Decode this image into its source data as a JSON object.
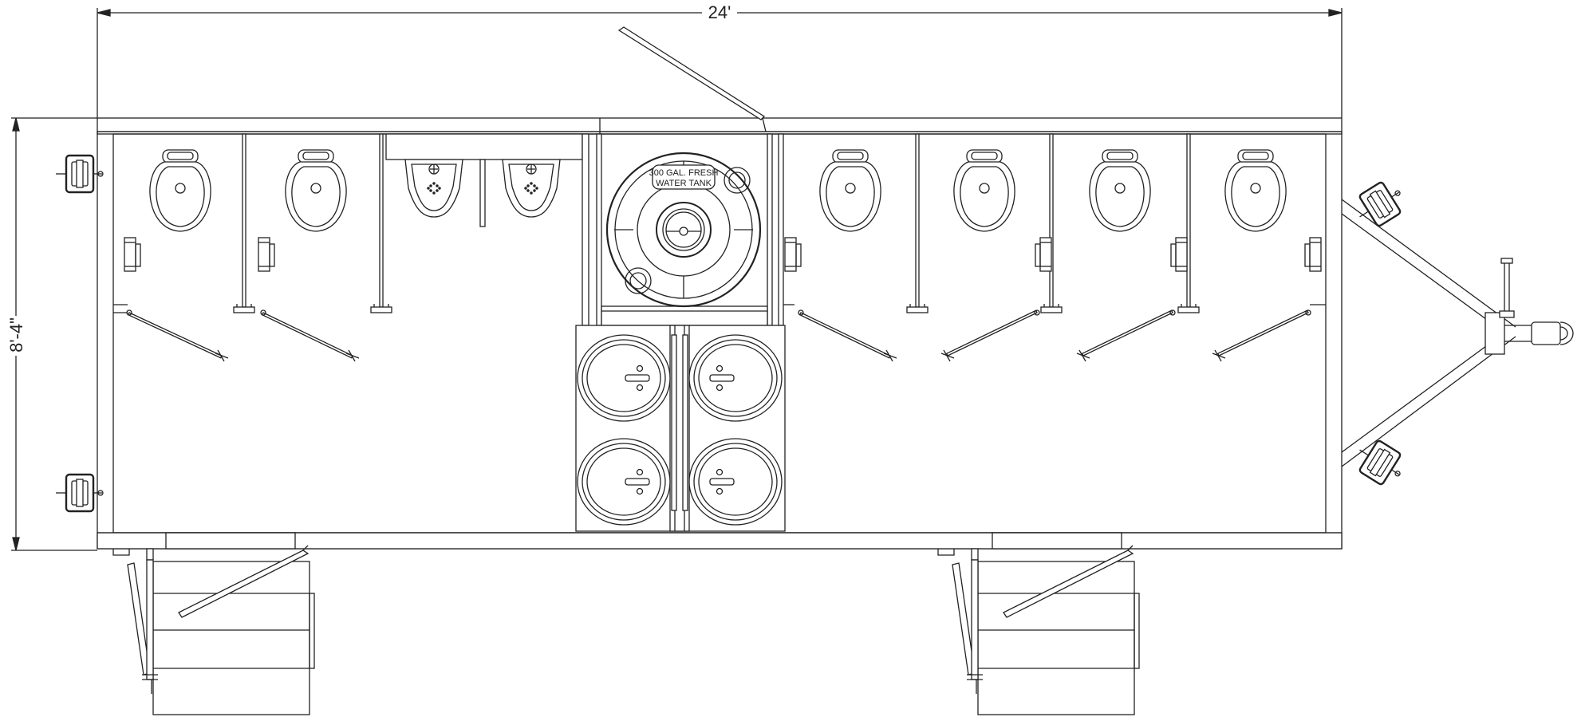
{
  "dimensions": {
    "length_label": "24'",
    "width_label": "8'-4\""
  },
  "labels": {
    "tank_line1": "300 GAL. FRESH",
    "tank_line2": "WATER TANK"
  },
  "colors": {
    "line": "#222222",
    "fill": "#ffffff"
  },
  "fixtures": {
    "toilet_count": 6,
    "urinal_count": 2,
    "sink_count": 4,
    "entry_step_count": 2
  }
}
